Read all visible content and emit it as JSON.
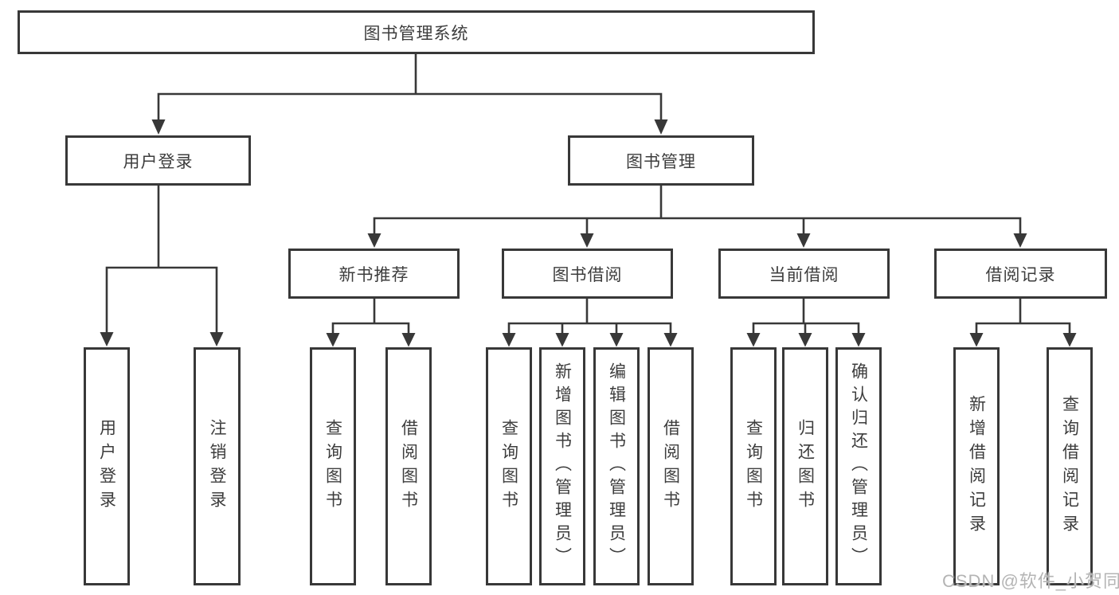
{
  "root": {
    "label": "图书管理系统"
  },
  "branches": {
    "user_login": {
      "label": "用户登录",
      "children": {
        "login": "用户登录",
        "logout": "注销登录"
      }
    },
    "book_management": {
      "label": "图书管理",
      "sections": {
        "new_book_recommend": {
          "label": "新书推荐",
          "children": {
            "query_book": "查询图书",
            "borrow_book": "借阅图书"
          }
        },
        "book_borrow": {
          "label": "图书借阅",
          "children": {
            "query_book": "查询图书",
            "add_book": "新增图书（管理员）",
            "edit_book": "编辑图书（管理员）",
            "borrow_book": "借阅图书"
          }
        },
        "current_borrow": {
          "label": "当前借阅",
          "children": {
            "query_book": "查询图书",
            "return_book": "归还图书",
            "confirm_return": "确认归还（管理员）"
          }
        },
        "borrow_records": {
          "label": "借阅记录",
          "children": {
            "add_record": "新增借阅记录",
            "query_record": "查询借阅记录"
          }
        }
      }
    }
  },
  "watermark": "CSDN @软件_小贺同学",
  "colors": {
    "line": "#383838",
    "text": "#3d3d3d",
    "watermark": "#b4b4b4"
  }
}
